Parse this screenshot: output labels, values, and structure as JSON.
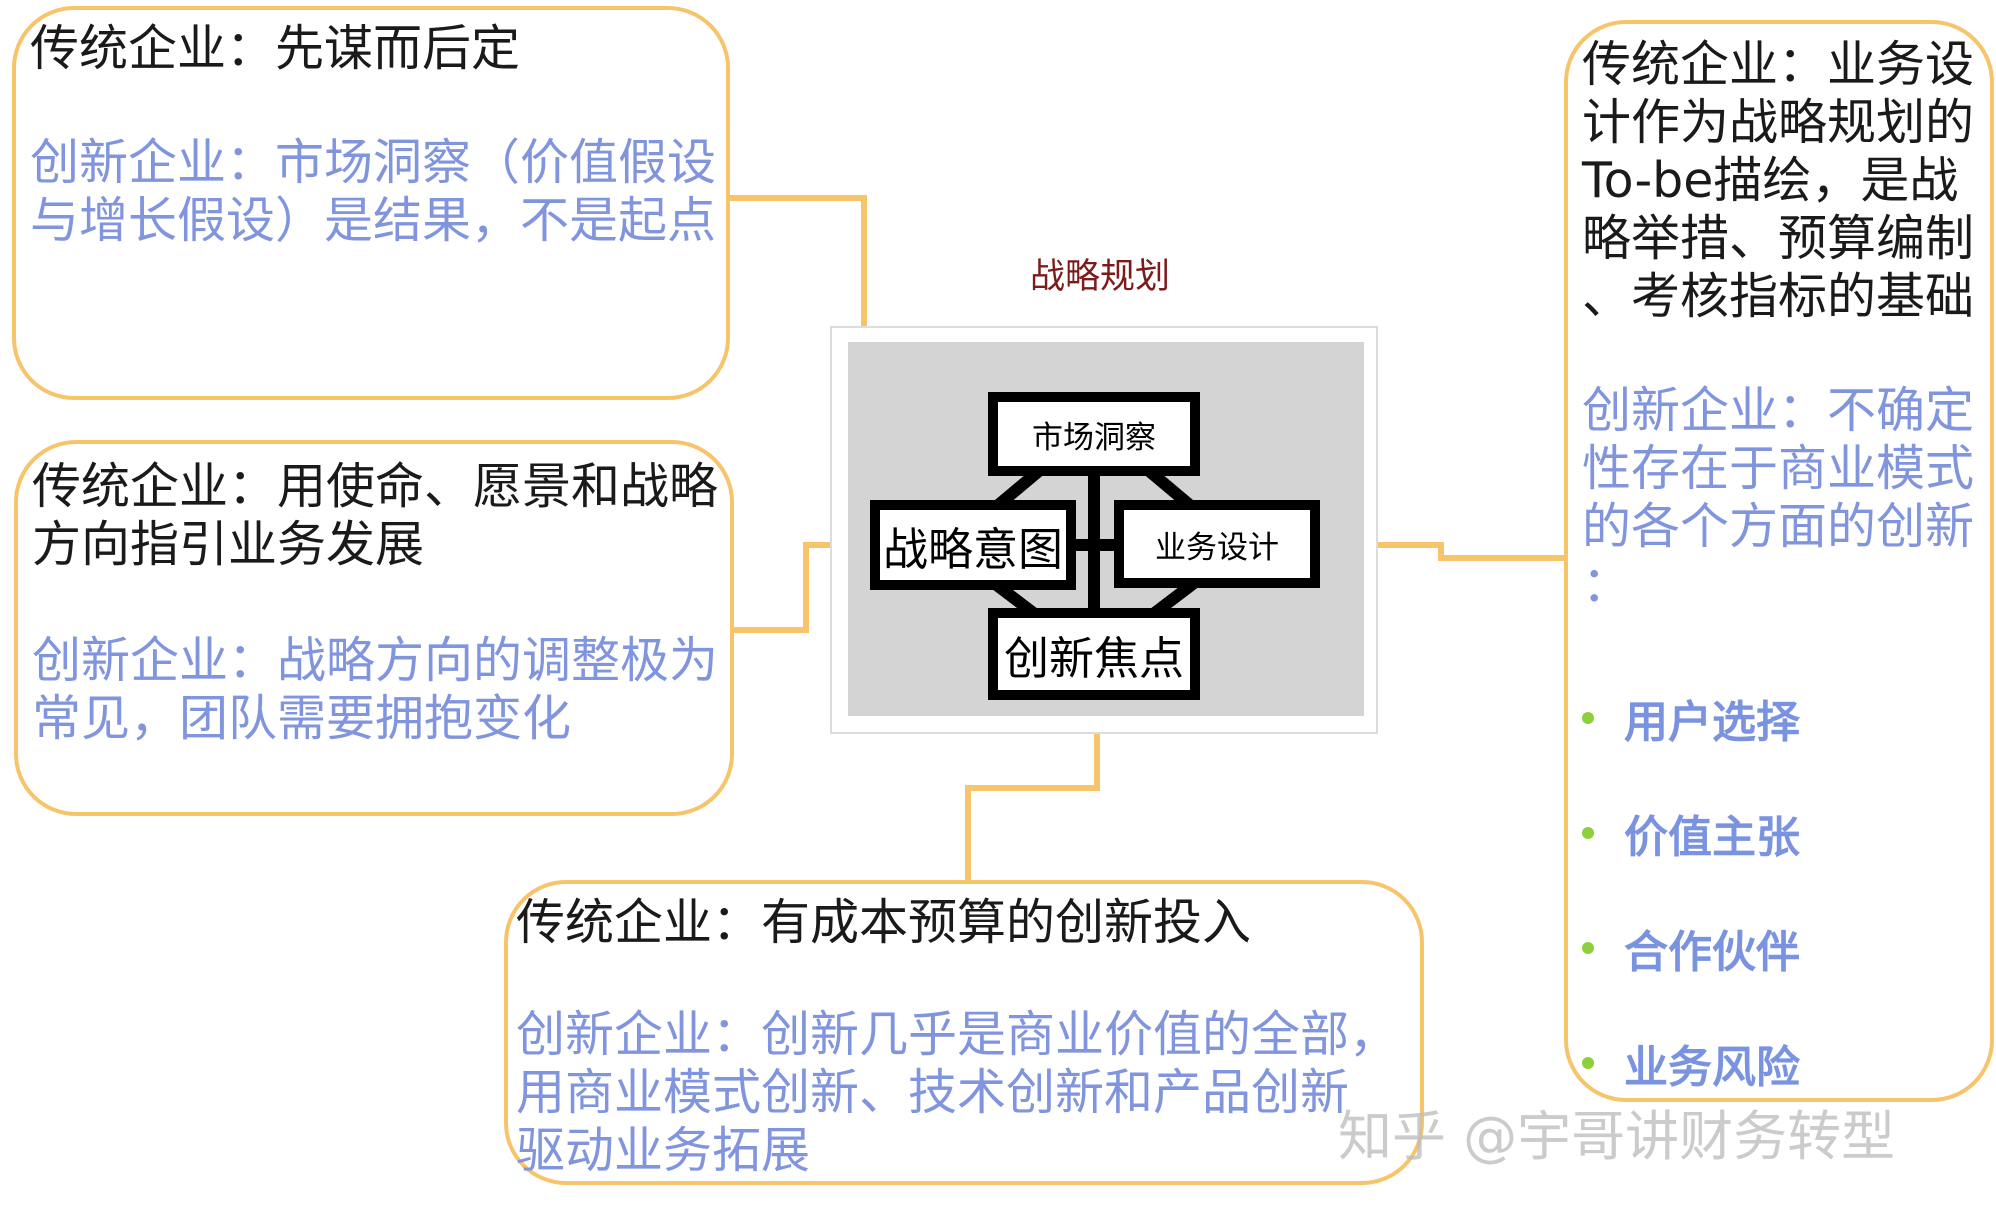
{
  "center": {
    "title": "战略规划",
    "nodes": {
      "top": "市场洞察",
      "left": "战略意图",
      "right": "业务设计",
      "bottom": "创新焦点"
    }
  },
  "boxes": {
    "top_left": {
      "traditional": "传统企业：先谋而后定",
      "innovative": "创新企业：市场洞察（价值假设\n与增长假设）是结果，不是起点"
    },
    "mid_left": {
      "traditional": "传统企业：用使命、愿景和战略\n方向指引业务发展",
      "innovative": "创新企业：战略方向的调整极为\n常见，团队需要拥抱变化"
    },
    "bottom": {
      "traditional": "传统企业：有成本预算的创新投入",
      "innovative": "创新企业：创新几乎是商业价值的全部，\n用商业模式创新、技术创新和产品创新\n驱动业务拓展"
    },
    "right": {
      "traditional": "传统企业：业务设\n计作为战略规划的\nTo-be描绘，是战\n略举措、预算编制\n、考核指标的基础",
      "innovative": "创新企业：不确定\n性存在于商业模式\n的各个方面的创新\n：",
      "bullets": [
        "用户选择",
        "价值主张",
        "合作伙伴",
        "业务风险"
      ]
    }
  },
  "watermark": "知乎 @宇哥讲财务转型",
  "colors": {
    "border": "#f7c46c",
    "traditional_text": "#1a1a1a",
    "innovative_text": "#8095dd",
    "bullet_text": "#7a93e0",
    "bullet_dot": "#8cd13b",
    "title_text": "#7d1a1a",
    "center_bg": "#d4d4d4"
  }
}
